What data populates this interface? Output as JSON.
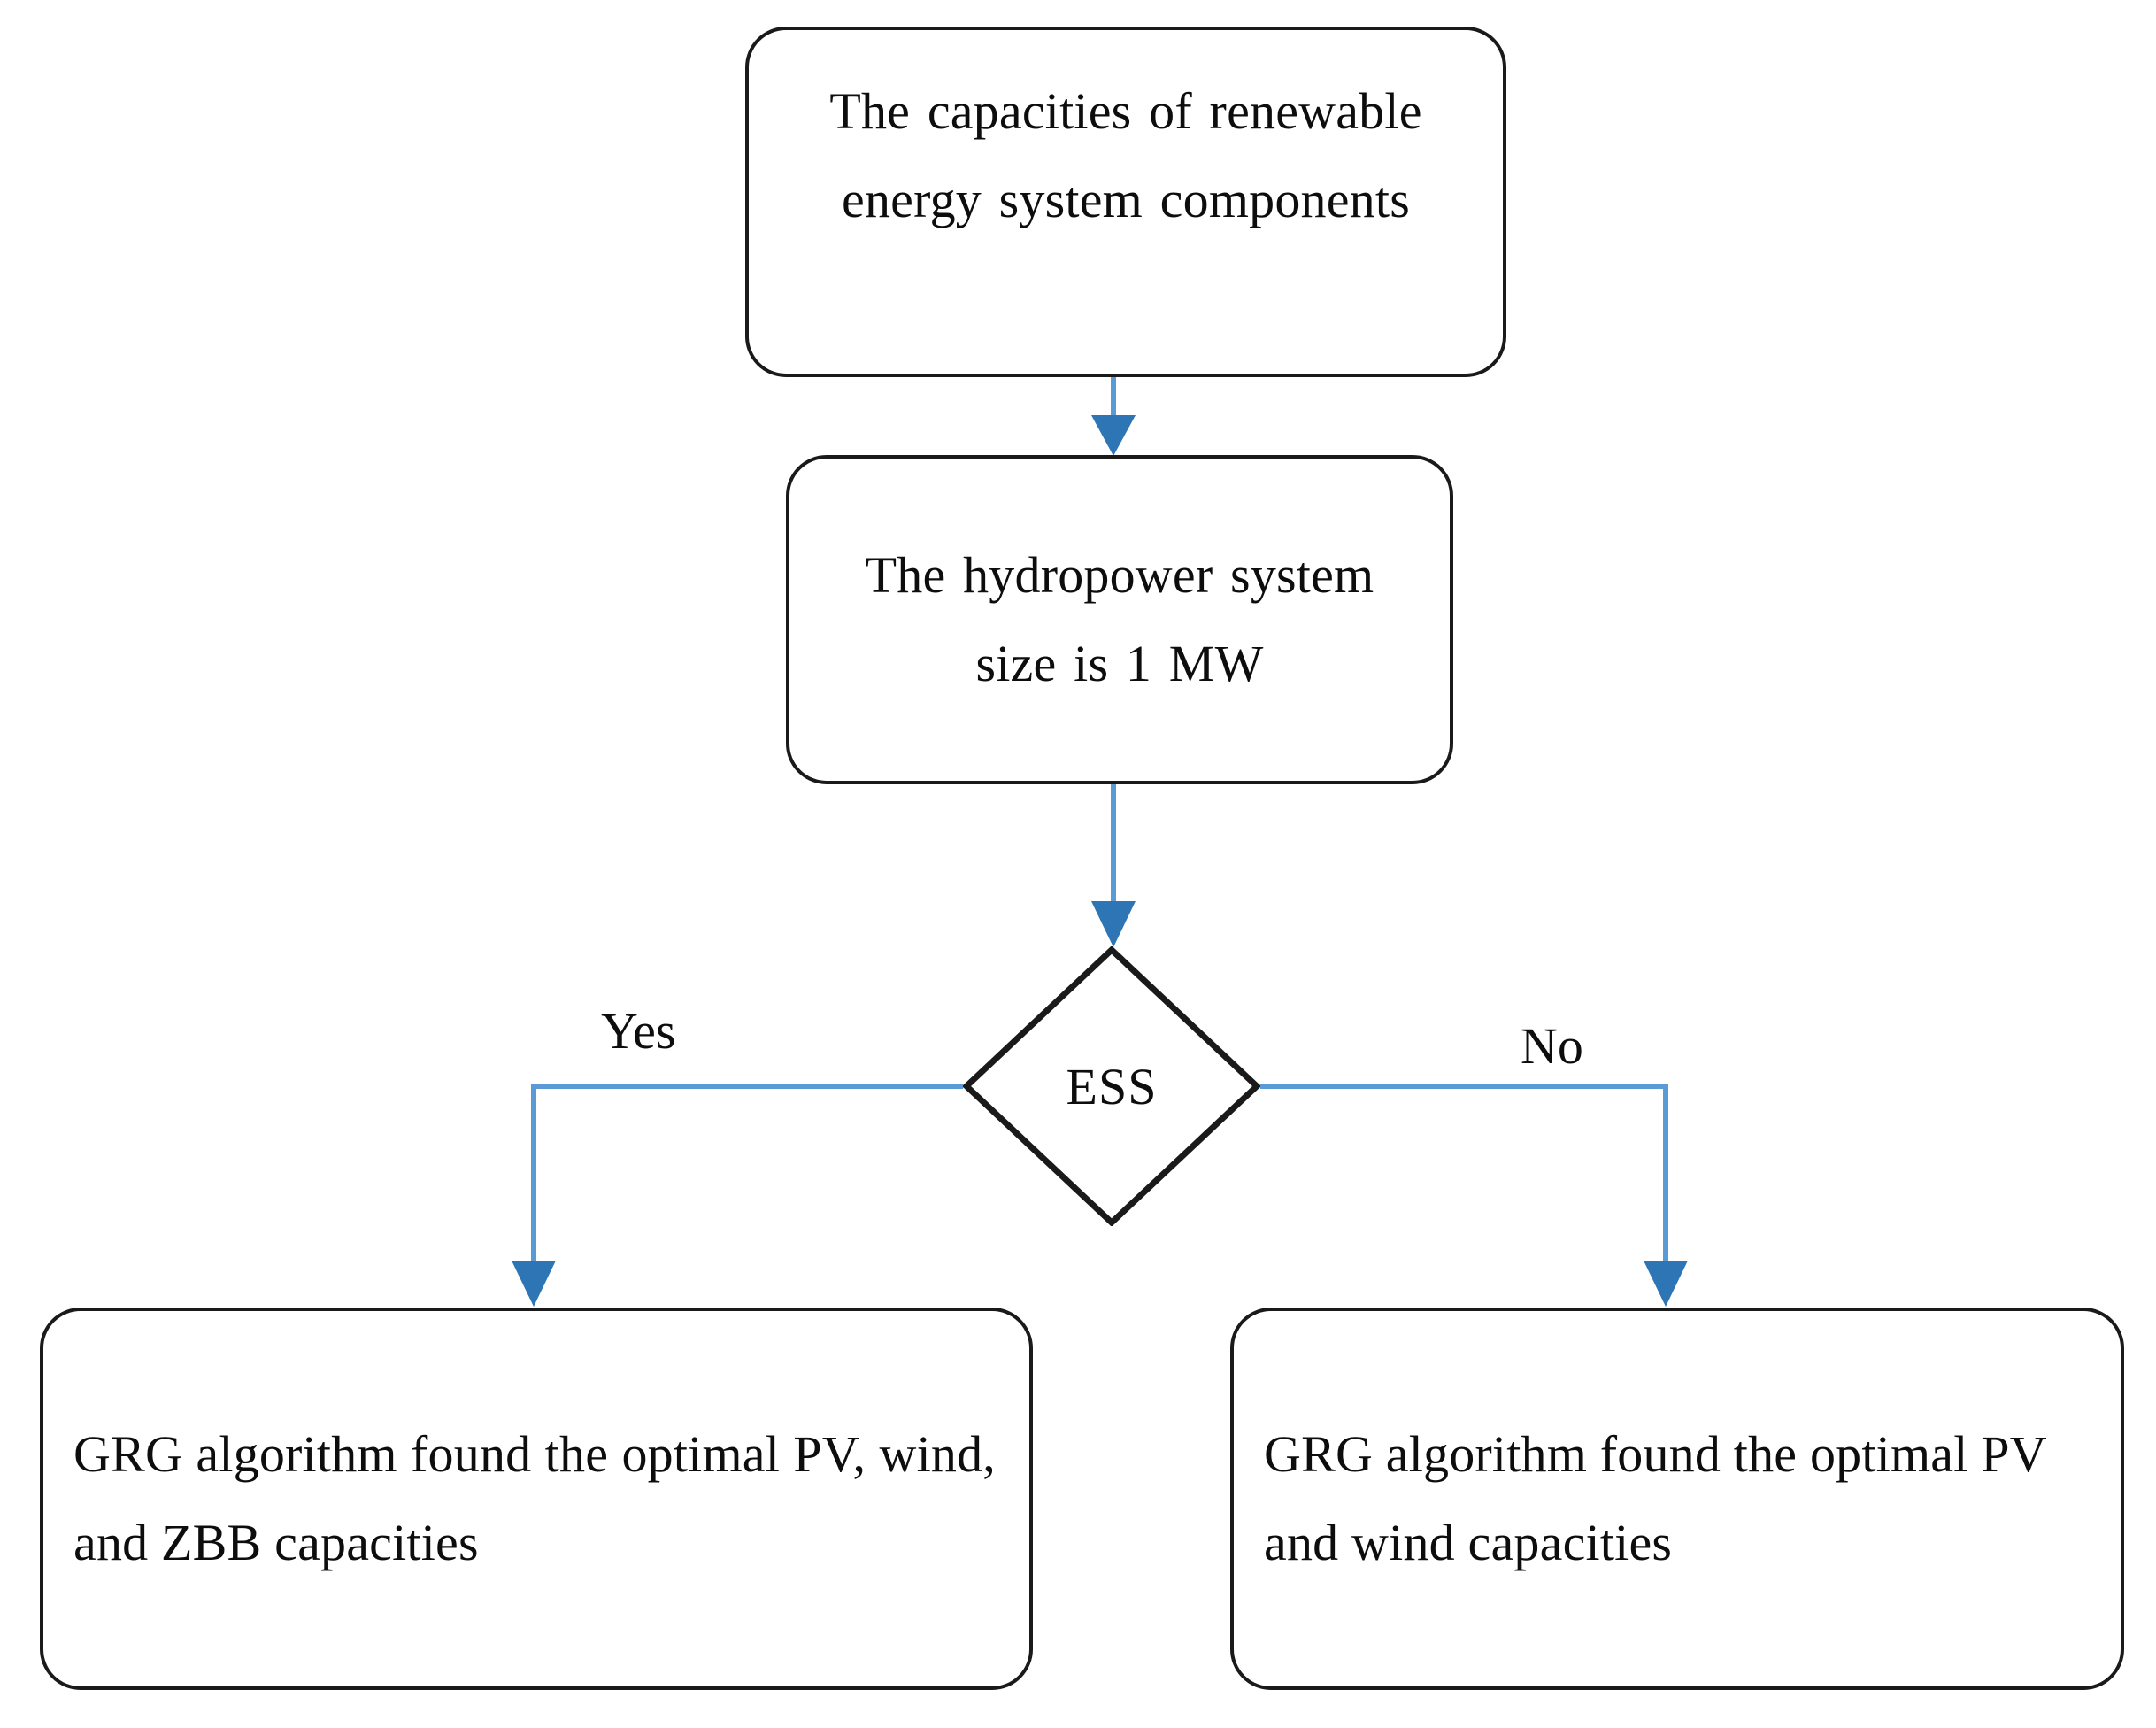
{
  "diagram": {
    "type": "flowchart",
    "title": "Renewable energy system sizing flowchart",
    "colors": {
      "connector_line": "#5B9BD5",
      "arrowhead": "#2E75B6",
      "node_border": "#1A1A1A",
      "node_fill": "#FFFFFF",
      "text": "#0D0D0D"
    },
    "nodes": {
      "capacities": {
        "shape": "rounded-rectangle",
        "text": "The capacities of renewable energy system components"
      },
      "hydropower": {
        "shape": "rounded-rectangle",
        "text": "The hydropower system size is 1 MW"
      },
      "decision": {
        "shape": "diamond",
        "text": "ESS"
      },
      "outcome_ess": {
        "shape": "rounded-rectangle",
        "text": "GRG algorithm found the optimal PV, wind, and ZBB capacities"
      },
      "outcome_no_ess": {
        "shape": "rounded-rectangle",
        "text": "GRG algorithm found the optimal PV and wind capacities"
      }
    },
    "edges": {
      "capacities_to_hydropower": {
        "label": ""
      },
      "hydropower_to_decision": {
        "label": ""
      },
      "decision_yes": {
        "label": "Yes"
      },
      "decision_no": {
        "label": "No"
      }
    }
  }
}
